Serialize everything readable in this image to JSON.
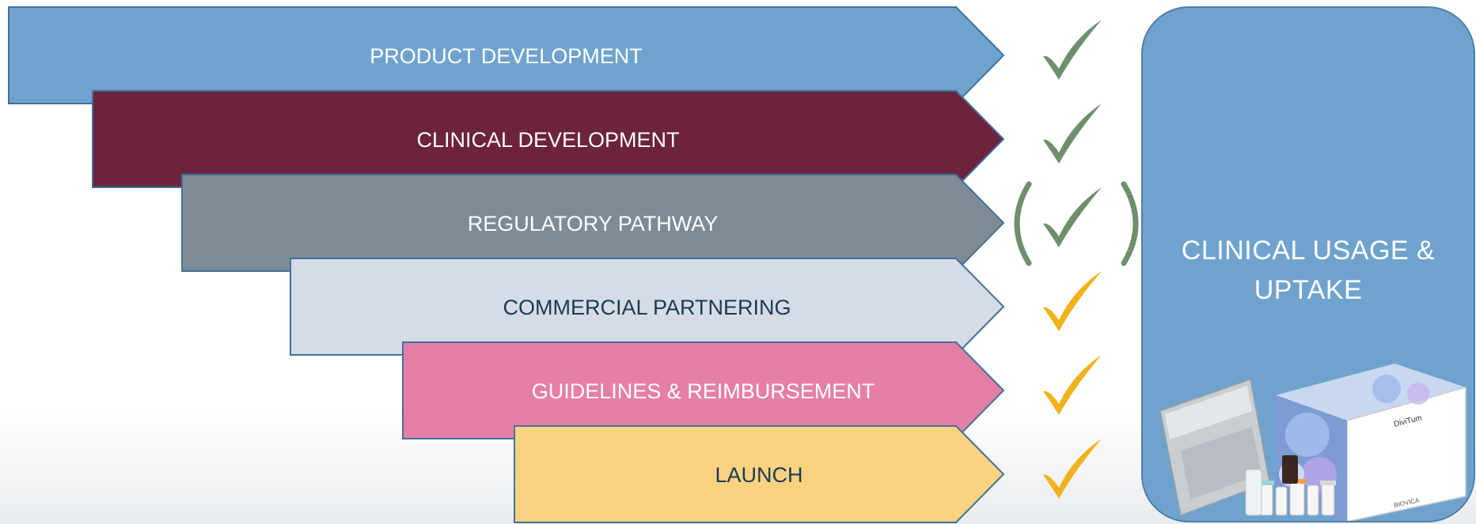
{
  "steps": [
    {
      "label": "PRODUCT DEVELOPMENT",
      "fill": "#6fa3ce",
      "text_color": "#ffffff",
      "check": {
        "color": "#6e8f6c",
        "parenthesized": false
      }
    },
    {
      "label": "CLINICAL DEVELOPMENT",
      "fill": "#6d233b",
      "text_color": "#ffffff",
      "check": {
        "color": "#6e8f6c",
        "parenthesized": false
      }
    },
    {
      "label": "REGULATORY PATHWAY",
      "fill": "#7f8b94",
      "text_color": "#ffffff",
      "check": {
        "color": "#6e8f6c",
        "parenthesized": true
      }
    },
    {
      "label": "COMMERCIAL PARTNERING",
      "fill": "#d5dce5",
      "text_color": "#1c3a56",
      "check": {
        "color": "#f2b21c",
        "parenthesized": false
      }
    },
    {
      "label": "GUIDELINES & REIMBURSEMENT",
      "fill": "#e57fa6",
      "text_color": "#ffffff",
      "check": {
        "color": "#f2b21c",
        "parenthesized": false
      }
    },
    {
      "label": "LAUNCH",
      "fill": "#fbd27f",
      "text_color": "#1c3a56",
      "check": {
        "color": "#f2b21c",
        "parenthesized": false
      }
    }
  ],
  "outcome_panel": {
    "title_line1": "CLINICAL USAGE &",
    "title_line2": "UPTAKE",
    "fill": "#6fa3ce",
    "image": {
      "box_text": "DiviTum",
      "brand": "BIOVICA"
    }
  },
  "colors": {
    "arrow_border": "#41719c",
    "check_green": "#6e8f6c",
    "check_yellow": "#f2b21c"
  }
}
